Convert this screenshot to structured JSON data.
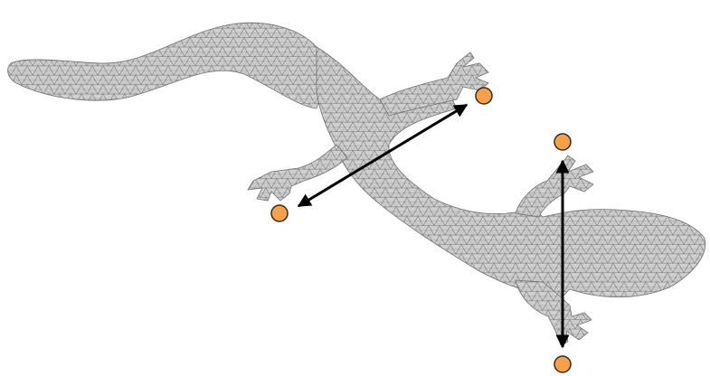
{
  "figure": {
    "subject": "triangulated-gecko-mesh",
    "colors": {
      "background": "#ffffff",
      "mesh_fill": "#cfcfcf",
      "mesh_edge": "#6e6e6e",
      "arrow": "#000000",
      "handle_fill": "#f5a04a",
      "handle_stroke": "#3a2a1a"
    },
    "handles": [
      {
        "name": "handle-front-right-foot"
      },
      {
        "name": "handle-front-left-foot"
      },
      {
        "name": "handle-rear-top-foot"
      },
      {
        "name": "handle-rear-bottom-foot"
      }
    ],
    "arrows": [
      {
        "name": "arrow-front-feet",
        "double_headed": true
      },
      {
        "name": "arrow-rear-feet",
        "double_headed": true
      }
    ]
  }
}
